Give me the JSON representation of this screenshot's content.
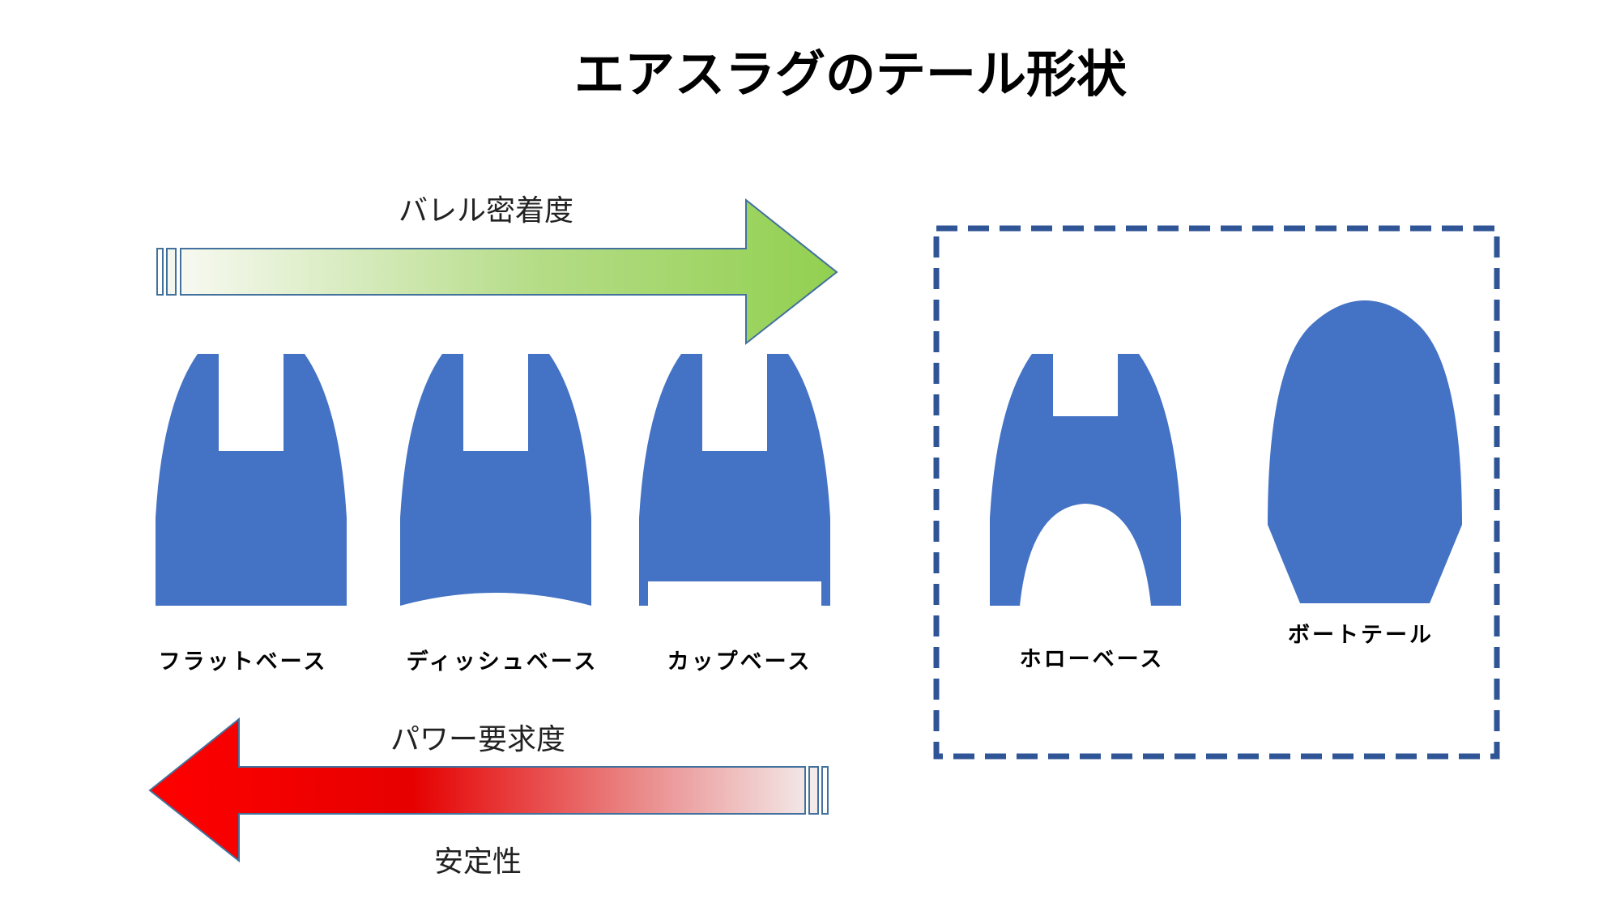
{
  "title": "エアスラグのテール形状",
  "colors": {
    "shape_fill": "#4472c4",
    "green_arrow": "#92d050",
    "red_arrow": "#ff0000",
    "frame": "#2f5597",
    "arrow_outline": "#41719c"
  },
  "arrows": {
    "barrel_contact": "バレル密着度",
    "power_requirement": "パワー要求度",
    "stability": "安定性"
  },
  "shapes": {
    "flat_base": "フラットベース",
    "dish_base": "ディッシュベース",
    "cup_base": "カップベース",
    "hollow_base": "ホローベース",
    "boat_tail": "ボートテール"
  }
}
